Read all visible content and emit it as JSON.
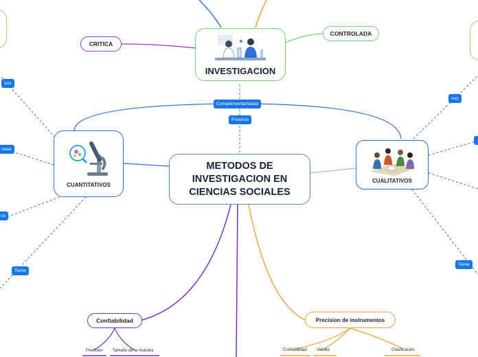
{
  "central": {
    "line1": "METODOS DE",
    "line2": "INVESTIGACION EN",
    "line3": "CIENCIAS SOCIALES"
  },
  "investigacion": {
    "label": "INVESTIGACION",
    "icon": "scientists-lab-icon"
  },
  "cuantitativos": {
    "label": "CUANTITATIVOS",
    "icon": "microscope-icon"
  },
  "cualitativos": {
    "label": "CUALITATIVOS",
    "icon": "group-meeting-icon"
  },
  "critica": "CRITICA",
  "controlada": "CONTROLADA",
  "confiabilidad": "Confiabilidad",
  "precision_instrumentos": "Precision de instrumentos",
  "connectors": {
    "complementariedad": "Complementariedad",
    "proceso": "Proceso",
    "sus_left": "sus",
    "posee_left": "osee",
    "sus_left2": "us",
    "tiene_left": "Tiene",
    "sus_right": "sus",
    "tiene_right": "Tiene"
  },
  "leaves_left": {
    "precision": "Precisión",
    "tamano": "Tamaño de la muestra"
  },
  "leaves_right": {
    "confiabilidad": "Confiabilidad",
    "validez": "Validez",
    "clasificacion": "Clasificación"
  },
  "colors": {
    "central_border": "#5b86b8",
    "investigacion_border": "#6fd26f",
    "blue_branch": "#2e6fd8",
    "purple_branch": "#7a2fb8",
    "orange_branch": "#f2a23a",
    "tag_bg": "#1777e6"
  }
}
